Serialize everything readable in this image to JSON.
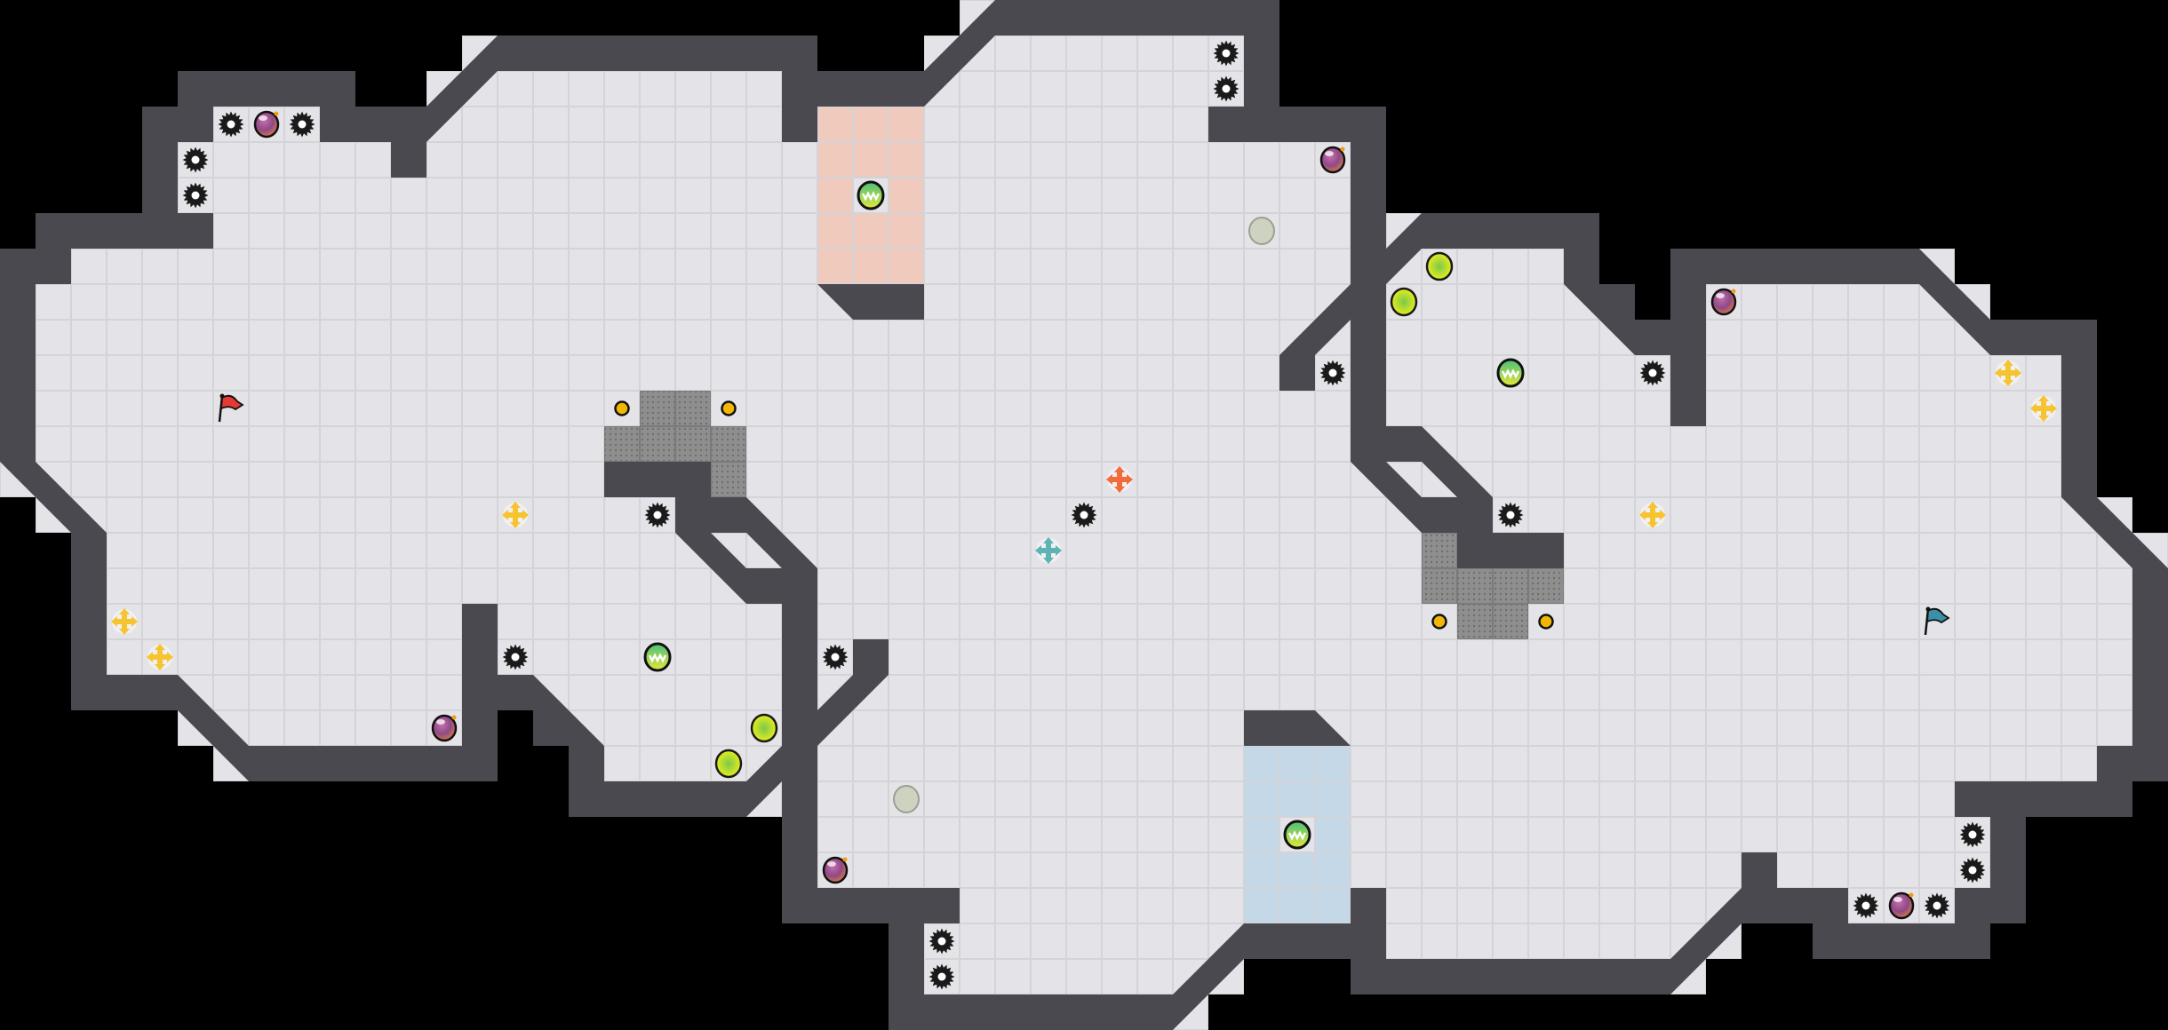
{
  "game": {
    "view": "map-overview",
    "teams": [
      {
        "name": "red",
        "flag_color": "#e53935",
        "endzone_color": "#efcabd",
        "boost_color": "#f26b3a"
      },
      {
        "name": "blue",
        "flag_color": "#3c8fa8",
        "endzone_color": "#c4d8e7",
        "boost_color": "#5fb3b3"
      }
    ],
    "colors": {
      "background": "#000000",
      "floor": "#e4e4e8",
      "floor_grid": "#d3d3d8",
      "wall": "#4a4950",
      "gate": "#8c8c8c",
      "spike": "#1a1a1a",
      "bomb": "#9a4d86",
      "portal": "#d8e81e",
      "portal_inactive": "#cdd3c0",
      "powerup": "#7cc04a",
      "neutral_boost": "#f6c431",
      "button": "#f2b705"
    },
    "legend": {
      "#": "wall",
      ".": "floor",
      "s": "spike-icon",
      "m": "bomb-icon",
      "g": "gate",
      "u": "button-icon",
      "w": "powerup-icon",
      "y": "portal-icon",
      "i": "inactive-portal-icon",
      "k": "boost-icon",
      "R": "red-boost-icon",
      "T": "blue-boost-icon",
      "f": "red-flag-icon",
      "F": "blue-flag-icon",
      "e": "red-endzone",
      "E": "blue-endzone"
    }
  }
}
